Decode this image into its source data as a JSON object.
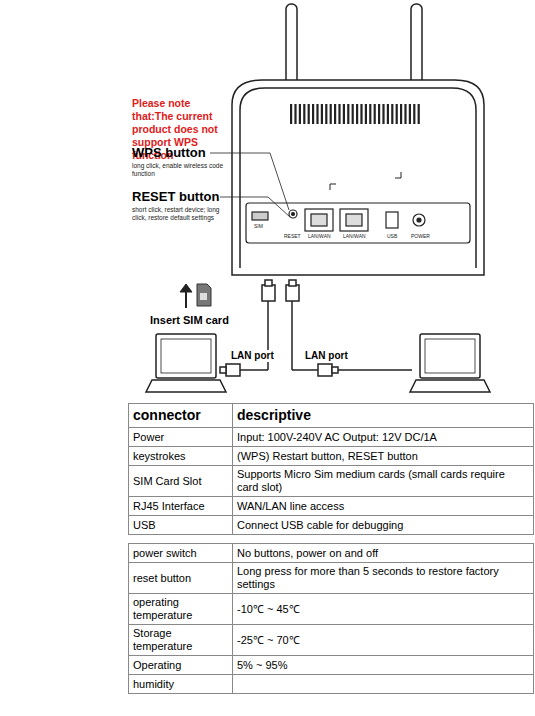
{
  "diagram": {
    "labels": [
      "Please note that:The current product does not support WPS function",
      "WPS button",
      "long click, enable wireless code function",
      "RESET button",
      "short click, restart device; long click, restore default settings",
      "SIM",
      "RESET",
      "LAN/WAN",
      "LAN/WAN",
      "USB",
      "POWER",
      "Insert SIM card",
      "LAN port",
      "LAN port",
      "connector",
      "descriptive",
      "Power",
      "Input: 100V-240V AC Output: 12V DC/1A",
      "keystrokes",
      "(WPS) Restart button, RESET button",
      "SIM Card Slot",
      "Supports Micro Sim medium cards (small cards require card slot)",
      "RJ45 Interface",
      "WAN/LAN line access",
      "USB",
      "Connect USB cable for debugging",
      "power switch",
      "No buttons, power on and off",
      "reset button",
      "Long press for more than 5 seconds to restore factory settings",
      "operating temperature",
      "-10℃ ~ 45℃",
      "Storage temperature",
      "-25℃ ~ 70℃",
      "Operating",
      "5% ~ 95%",
      "humidity"
    ]
  }
}
